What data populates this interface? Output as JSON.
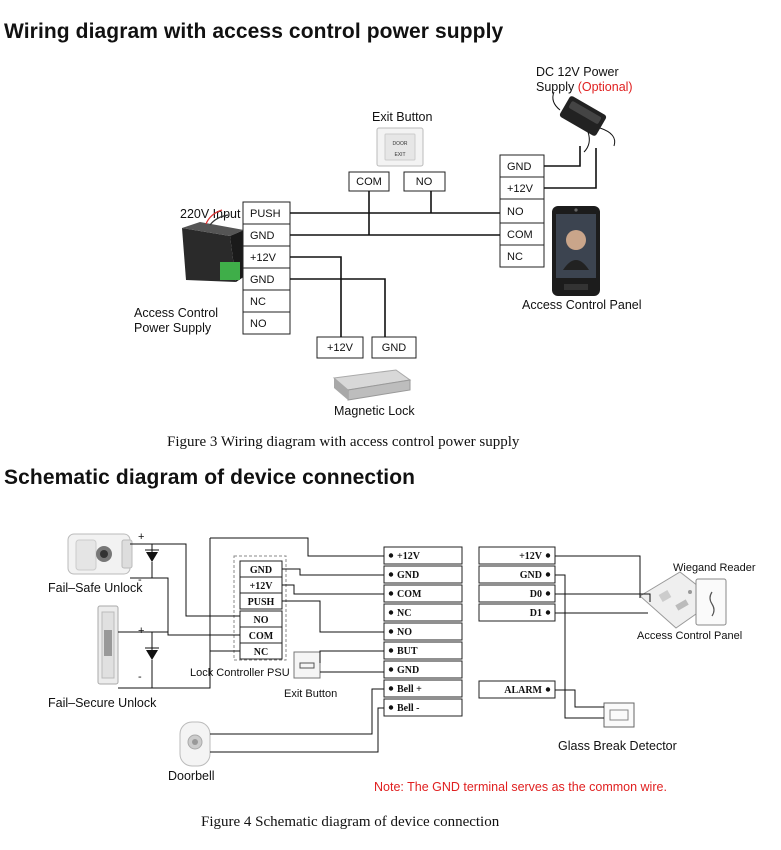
{
  "heading1": "Wiring diagram with access control power supply",
  "heading2": "Schematic diagram of device connection",
  "fig3": {
    "caption": "Figure 3 Wiring diagram with access control power supply",
    "dc_supply_line1": "DC 12V Power",
    "dc_supply_line2_a": "Supply ",
    "dc_supply_line2_b": "(Optional)",
    "exit_button": "Exit Button",
    "exit_terms": [
      "COM",
      "NO"
    ],
    "input_label": "220V Input",
    "psu_terms": [
      "PUSH",
      "GND",
      "+12V",
      "GND",
      "NC",
      "NO"
    ],
    "psu_label1": "Access Control",
    "psu_label2": "Power Supply",
    "panel_terms": [
      "GND",
      "+12V",
      "NO",
      "COM",
      "NC"
    ],
    "panel_label": "Access Control Panel",
    "lock_terms": [
      "+12V",
      "GND"
    ],
    "lock_label": "Magnetic Lock"
  },
  "fig4": {
    "caption": "Figure 4 Schematic diagram of device connection",
    "fail_safe": "Fail–Safe Unlock",
    "fail_secure": "Fail–Secure Unlock",
    "doorbell": "Doorbell",
    "lock_psu_terms": [
      "GND",
      "+12V",
      "PUSH",
      "NO",
      "COM",
      "NC"
    ],
    "lock_psu_label": "Lock Controller PSU",
    "exit_button": "Exit Button",
    "left_terms": [
      "+12V",
      "GND",
      "COM",
      "NC",
      "NO",
      "BUT",
      "GND",
      "Bell +",
      "Bell -"
    ],
    "right_terms": [
      "+12V",
      "GND",
      "D0",
      "D1"
    ],
    "alarm_term": "ALARM",
    "wiegand": "Wiegand Reader",
    "panel_label": "Access Control Panel",
    "glass_break": "Glass Break Detector",
    "note": "Note: The GND terminal serves as the common wire.",
    "plus": "+",
    "minus": "-"
  },
  "colors": {
    "note": "#e02020",
    "optional": "#e02020"
  }
}
